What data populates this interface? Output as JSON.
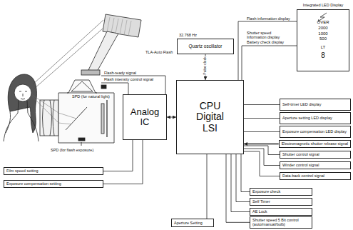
{
  "diagram": {
    "nodes": [
      {
        "text": [
          "Quartz oscillator"
        ]
      },
      {
        "text": [
          "Analog IC"
        ]
      },
      {
        "text": [
          "CPU Digital LSI"
        ]
      },
      {
        "text": [
          "Integrated LED Display",
          "OVER",
          "2000",
          "1000",
          "500",
          "LT",
          "8"
        ]
      },
      {
        "text": [
          "Self-timer LED display"
        ]
      },
      {
        "text": [
          "Aperture setting LED display"
        ]
      },
      {
        "text": [
          "Exposure compensation LED display"
        ]
      },
      {
        "text": [
          "Electromagnetic shutter release signal"
        ]
      },
      {
        "text": [
          "Shutter control signal"
        ]
      },
      {
        "text": [
          "Winder control signal"
        ]
      },
      {
        "text": [
          "Data-back control signal"
        ]
      },
      {
        "text": [
          "Exposure check"
        ]
      },
      {
        "text": [
          "Self Timer"
        ]
      },
      {
        "text": [
          "AE Lock"
        ]
      },
      {
        "text": [
          "Shutter speed 5 Bit control (auto/manual/bulb)"
        ]
      },
      {
        "text": [
          "Aperture Setting"
        ]
      },
      {
        "text": [
          "Film speed setting"
        ]
      },
      {
        "text": [
          "Exposure compensation setting"
        ]
      }
    ],
    "edges": [
      {
        "from": 0,
        "to": 2,
        "arrow": "to",
        "label": "Pulse clock"
      },
      {
        "from": 1,
        "to": 2,
        "arrow": "both"
      },
      {
        "from": 2,
        "to": 3,
        "arrow": "none",
        "label": "Flash information display"
      },
      {
        "from": 2,
        "to": 3,
        "arrow": "none",
        "label": "Shutter speed Information display Battery check display"
      },
      {
        "from": 2,
        "to": 4,
        "arrow": "none"
      },
      {
        "from": 2,
        "to": 5,
        "arrow": "none"
      },
      {
        "from": 2,
        "to": 6,
        "arrow": "none"
      },
      {
        "from": 7,
        "to": 2,
        "arrow": "to"
      },
      {
        "from": 2,
        "to": 8,
        "arrow": "none"
      },
      {
        "from": 2,
        "to": 9,
        "arrow": "none"
      },
      {
        "from": 2,
        "to": 10,
        "arrow": "none"
      },
      {
        "from": 2,
        "to": 11,
        "arrow": "none"
      },
      {
        "from": 2,
        "to": 12,
        "arrow": "none"
      },
      {
        "from": 2,
        "to": 13,
        "arrow": "none"
      },
      {
        "from": 2,
        "to": 14,
        "arrow": "none"
      },
      {
        "from": 2,
        "to": 15,
        "arrow": "none"
      },
      {
        "from": 16,
        "to": 1,
        "arrow": "none"
      },
      {
        "from": 17,
        "to": 1,
        "arrow": "none"
      }
    ],
    "labels": [
      "TLA-Auto Flash",
      "32.768 Hz",
      "Flash-ready signal",
      "Flash intensity control signal",
      "SPD (for natural light)",
      "SPD (for flash exposure)"
    ]
  }
}
